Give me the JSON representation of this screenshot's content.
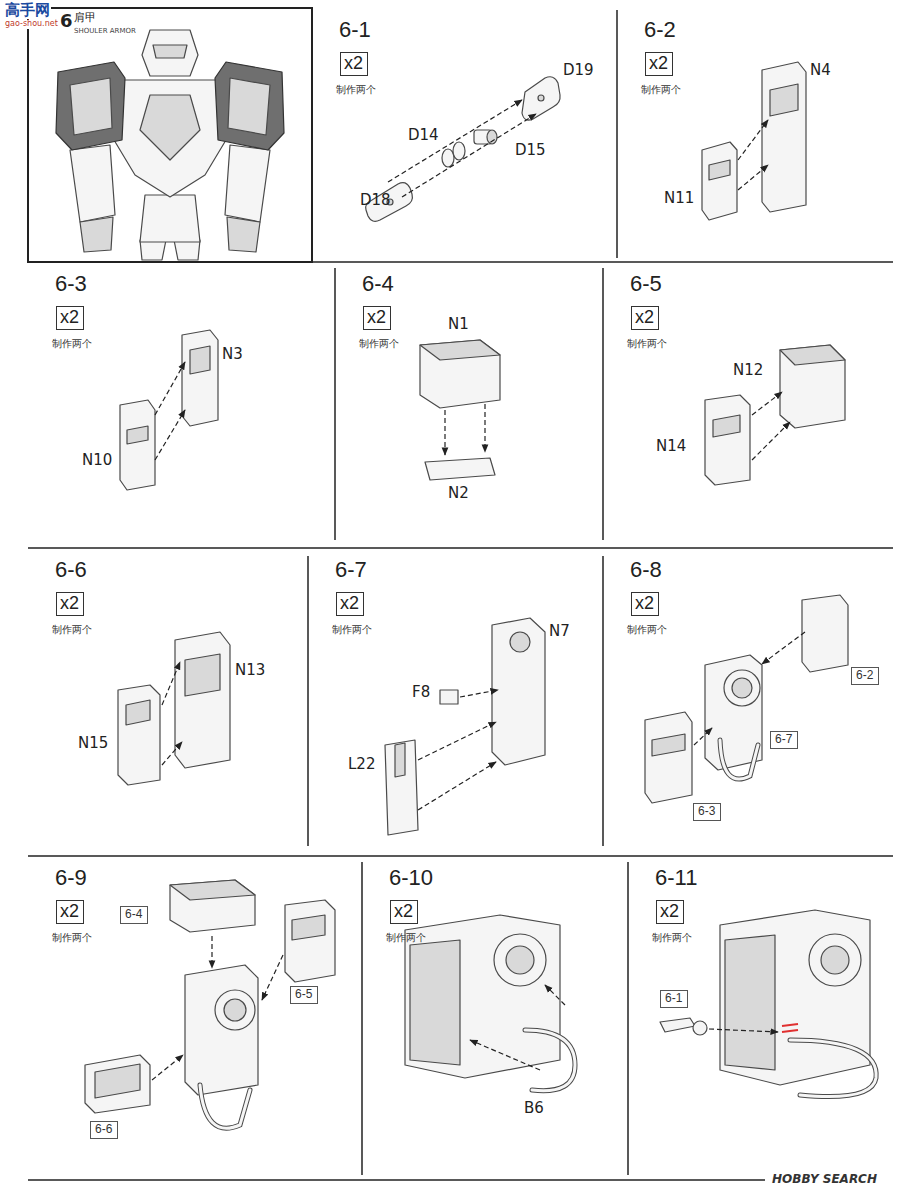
{
  "diagram": {
    "title": "肩甲",
    "nodes": [
      {
        "text": [
          "6-1",
          "制作两个"
        ]
      },
      {
        "text": [
          "x2"
        ],
        "in": 0
      },
      {
        "text": [
          "6-2",
          "制作两个"
        ]
      },
      {
        "text": [
          "x2"
        ],
        "in": 2
      },
      {
        "text": [
          "6-3",
          "制作两个"
        ]
      },
      {
        "text": [
          "x2"
        ],
        "in": 4
      },
      {
        "text": [
          "6-4",
          "制作两个"
        ]
      },
      {
        "text": [
          "x2"
        ],
        "in": 6
      },
      {
        "text": [
          "6-5",
          "制作两个"
        ]
      },
      {
        "text": [
          "x2"
        ],
        "in": 8
      },
      {
        "text": [
          "6-6",
          "制作两个"
        ]
      },
      {
        "text": [
          "x2"
        ],
        "in": 10
      },
      {
        "text": [
          "6-7",
          "制作两个"
        ]
      },
      {
        "text": [
          "x2"
        ],
        "in": 12
      },
      {
        "text": [
          "6-8",
          "制作两个"
        ]
      },
      {
        "text": [
          "x2"
        ],
        "in": 14
      },
      {
        "text": [
          "6-2"
        ],
        "in": 14
      },
      {
        "text": [
          "6-7"
        ],
        "in": 14
      },
      {
        "text": [
          "6-3"
        ],
        "in": 14
      },
      {
        "text": [
          "6-9",
          "制作两个"
        ]
      },
      {
        "text": [
          "x2"
        ],
        "in": 19
      },
      {
        "text": [
          "6-4"
        ],
        "in": 19
      },
      {
        "text": [
          "6-5"
        ],
        "in": 19
      },
      {
        "text": [
          "6-6"
        ],
        "in": 19
      },
      {
        "text": [
          "6-10",
          "制作两个"
        ]
      },
      {
        "text": [
          "x2"
        ],
        "in": 24
      },
      {
        "text": [
          "6-11",
          "制作两个"
        ]
      },
      {
        "text": [
          "x2"
        ],
        "in": 26
      },
      {
        "text": [
          "6-1"
        ],
        "in": 26
      }
    ],
    "labels": [
      "高手网",
      "gao-shou.net",
      "6",
      "SHOULER ARMOR",
      "D19",
      "D14",
      "D15",
      "D18",
      "N4",
      "N11",
      "N3",
      "N10",
      "N1",
      "N2",
      "N12",
      "N14",
      "N13",
      "N15",
      "N7",
      "F8",
      "L22",
      "B6",
      "HOBBY SEARCH"
    ]
  }
}
